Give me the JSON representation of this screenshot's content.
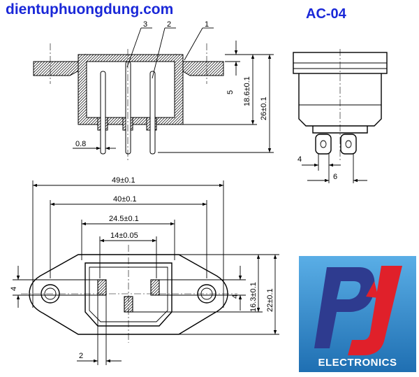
{
  "header": {
    "site": "dientuphuongdung.com",
    "model": "AC-04"
  },
  "colors": {
    "header_text": "#1a28d8",
    "logo_bg_top": "#4aa0dc",
    "logo_bg_bottom": "#1f6fb2",
    "logo_p": "#2e3b8f",
    "logo_j": "#e0202a"
  },
  "side_view": {
    "part_labels": [
      "3",
      "2",
      "1"
    ],
    "dims": {
      "pin_step": "5",
      "pin_height": "18.6±0.1",
      "total_height": "26±0.1",
      "pin_thickness": "0.8"
    }
  },
  "end_view": {
    "dims": {
      "tab_width": "4",
      "tab_spacing": "6"
    }
  },
  "top_view": {
    "dims": {
      "overall_width": "49±0.1",
      "hole_spacing": "40±0.1",
      "body_width": "24.5±0.1",
      "pin_spacing": "14±0.05",
      "pin_width_left": "4",
      "pin_width_right": "4",
      "pin_offset": "16.3±0.1",
      "body_height": "22±0.1",
      "pin_thickness": "2"
    }
  },
  "logo": {
    "text": "ELECTRONICS",
    "icon": "pj-logo-icon"
  }
}
